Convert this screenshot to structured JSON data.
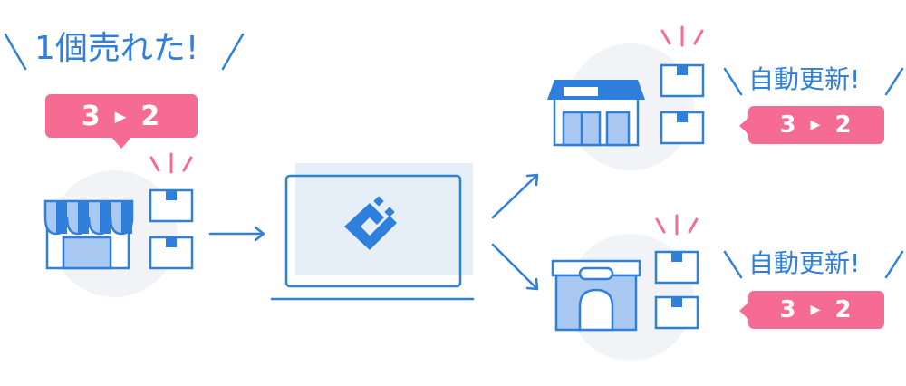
{
  "colors": {
    "blue": "#2f7fdc",
    "light_blue": "#a9c9f2",
    "pale_blue": "#e6eef8",
    "gray_circle": "#f1f3f6",
    "pink": "#f56b93"
  },
  "source_store": {
    "headline": "1個売れた!",
    "stock_before": "3",
    "stock_after": "2"
  },
  "central_system": {
    "logo_icon": "diamond-logo-icon"
  },
  "destination_stores": [
    {
      "headline": "自動更新!",
      "stock_before": "3",
      "stock_after": "2"
    },
    {
      "headline": "自動更新!",
      "stock_before": "3",
      "stock_after": "2"
    }
  ],
  "arrow_glyph": "▶"
}
